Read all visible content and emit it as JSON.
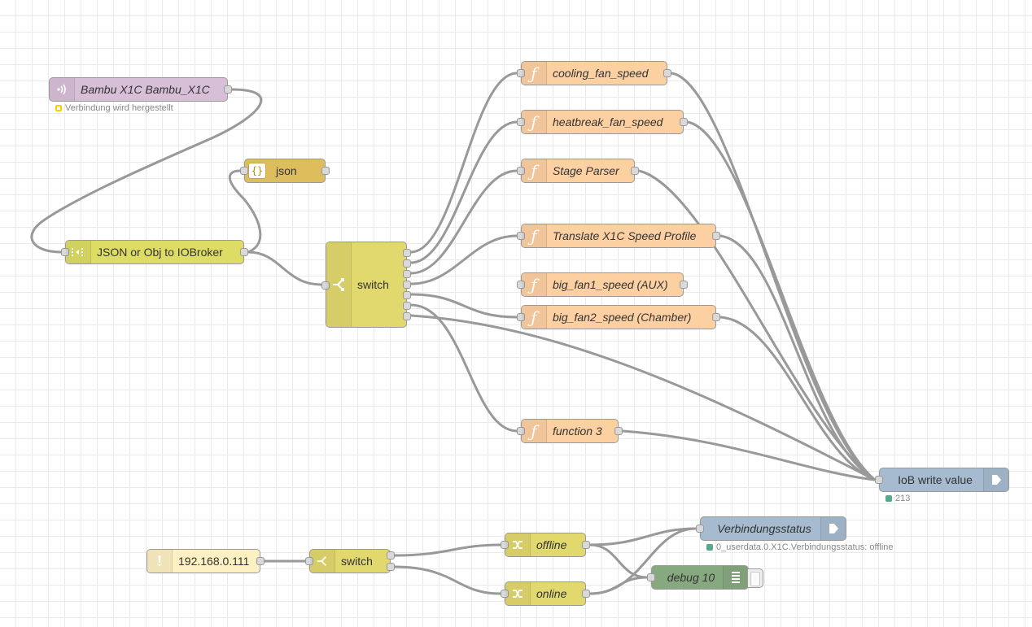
{
  "nodes": {
    "mqtt_in": {
      "label": "Bambu X1C Bambu_X1C",
      "status": "Verbindung wird hergestellt"
    },
    "json": {
      "label": "json"
    },
    "iobroker": {
      "label": "JSON or Obj to IOBroker"
    },
    "switch_main": {
      "label": "switch"
    },
    "f_cooling": {
      "label": "cooling_fan_speed"
    },
    "f_heatbreak": {
      "label": "heatbreak_fan_speed"
    },
    "f_stage": {
      "label": "Stage Parser"
    },
    "f_translate": {
      "label": "Translate X1C Speed Profile"
    },
    "f_bigfan1": {
      "label": "big_fan1_speed (AUX)"
    },
    "f_bigfan2": {
      "label": "big_fan2_speed (Chamber)"
    },
    "f_function3": {
      "label": "function 3"
    },
    "iob_write": {
      "label": "IoB write value",
      "status": "213"
    },
    "inject_ip": {
      "label": "192.168.0.111"
    },
    "switch_small": {
      "label": "switch"
    },
    "change_offline": {
      "label": "offline"
    },
    "change_online": {
      "label": "online"
    },
    "verbindungsstatus": {
      "label": "Verbindungsstatus",
      "status": "0_userdata.0.X1C.Verbindungsstatus: offline"
    },
    "debug10": {
      "label": "debug 10"
    }
  },
  "colors": {
    "mqtt": "#d8bfd8",
    "function": "#fdd0a2",
    "switch": "#e2d96e",
    "iob_out": "#a6bbcf",
    "inject": "#fdf0c2",
    "debug": "#87a980",
    "wire": "#999999",
    "status_green": "#55aa88",
    "status_yellow": "#ffcc00"
  },
  "icons": {
    "mqtt_in": "wifi-waves-icon",
    "json": "braces-icon",
    "iobroker": "split-icon",
    "switch": "switch-fork-icon",
    "function": "function-f-icon",
    "iob_write": "arrow-right-icon",
    "inject": "exclamation-icon",
    "change": "shuffle-icon",
    "debug": "list-icon"
  }
}
